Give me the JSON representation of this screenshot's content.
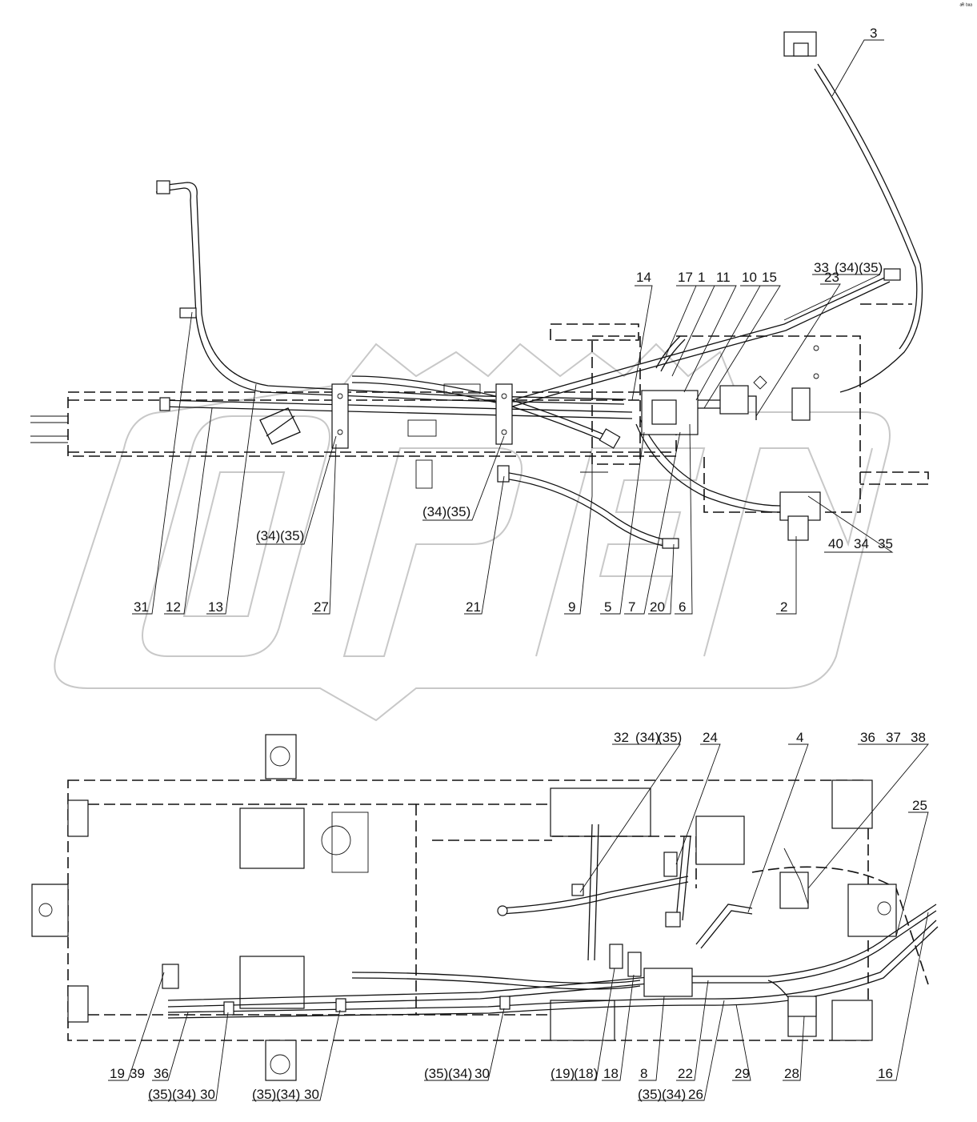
{
  "corner_mark": "ᵃᴿ ᵇᵃᵃ",
  "watermark": "OPEX",
  "top_view": {
    "callouts": [
      {
        "id": "c3",
        "text": "3"
      },
      {
        "id": "c33",
        "text": "33"
      },
      {
        "id": "c34a",
        "text": "(34)"
      },
      {
        "id": "c35a",
        "text": "(35)"
      },
      {
        "id": "c23",
        "text": "23"
      },
      {
        "id": "c14",
        "text": "14"
      },
      {
        "id": "c17",
        "text": "17"
      },
      {
        "id": "c1",
        "text": "1"
      },
      {
        "id": "c11",
        "text": "11"
      },
      {
        "id": "c10",
        "text": "10"
      },
      {
        "id": "c15",
        "text": "15"
      },
      {
        "id": "c34b",
        "text": "(34)"
      },
      {
        "id": "c35b",
        "text": "(35)"
      },
      {
        "id": "c34c",
        "text": "(34)"
      },
      {
        "id": "c35c",
        "text": "(35)"
      },
      {
        "id": "c40",
        "text": "40"
      },
      {
        "id": "c34d",
        "text": "34"
      },
      {
        "id": "c35d",
        "text": "35"
      },
      {
        "id": "c31",
        "text": "31"
      },
      {
        "id": "c12",
        "text": "12"
      },
      {
        "id": "c13",
        "text": "13"
      },
      {
        "id": "c27",
        "text": "27"
      },
      {
        "id": "c21",
        "text": "21"
      },
      {
        "id": "c9",
        "text": "9"
      },
      {
        "id": "c5",
        "text": "5"
      },
      {
        "id": "c7",
        "text": "7"
      },
      {
        "id": "c20",
        "text": "20"
      },
      {
        "id": "c6",
        "text": "6"
      },
      {
        "id": "c2",
        "text": "2"
      }
    ]
  },
  "bottom_view": {
    "callouts": [
      {
        "id": "b32",
        "text": "32"
      },
      {
        "id": "b34a",
        "text": "(34)"
      },
      {
        "id": "b35a",
        "text": "(35)"
      },
      {
        "id": "b24",
        "text": "24"
      },
      {
        "id": "b4",
        "text": "4"
      },
      {
        "id": "b36",
        "text": "36"
      },
      {
        "id": "b37",
        "text": "37"
      },
      {
        "id": "b38",
        "text": "38"
      },
      {
        "id": "b25",
        "text": "25"
      },
      {
        "id": "b19",
        "text": "19"
      },
      {
        "id": "b39",
        "text": "39"
      },
      {
        "id": "b36b",
        "text": "36"
      },
      {
        "id": "b35b",
        "text": "(35)"
      },
      {
        "id": "b34b",
        "text": "(34)"
      },
      {
        "id": "b30a",
        "text": "30"
      },
      {
        "id": "b35c",
        "text": "(35)"
      },
      {
        "id": "b34c",
        "text": "(34)"
      },
      {
        "id": "b30b",
        "text": "30"
      },
      {
        "id": "b35d",
        "text": "(35)"
      },
      {
        "id": "b34d",
        "text": "(34)"
      },
      {
        "id": "b30c",
        "text": "30"
      },
      {
        "id": "b19b",
        "text": "(19)"
      },
      {
        "id": "b18b",
        "text": "(18)"
      },
      {
        "id": "b18",
        "text": "18"
      },
      {
        "id": "b8",
        "text": "8"
      },
      {
        "id": "b22",
        "text": "22"
      },
      {
        "id": "b29",
        "text": "29"
      },
      {
        "id": "b35e",
        "text": "(35)"
      },
      {
        "id": "b34e",
        "text": "(34)"
      },
      {
        "id": "b26",
        "text": "26"
      },
      {
        "id": "b28",
        "text": "28"
      },
      {
        "id": "b16",
        "text": "16"
      }
    ]
  }
}
